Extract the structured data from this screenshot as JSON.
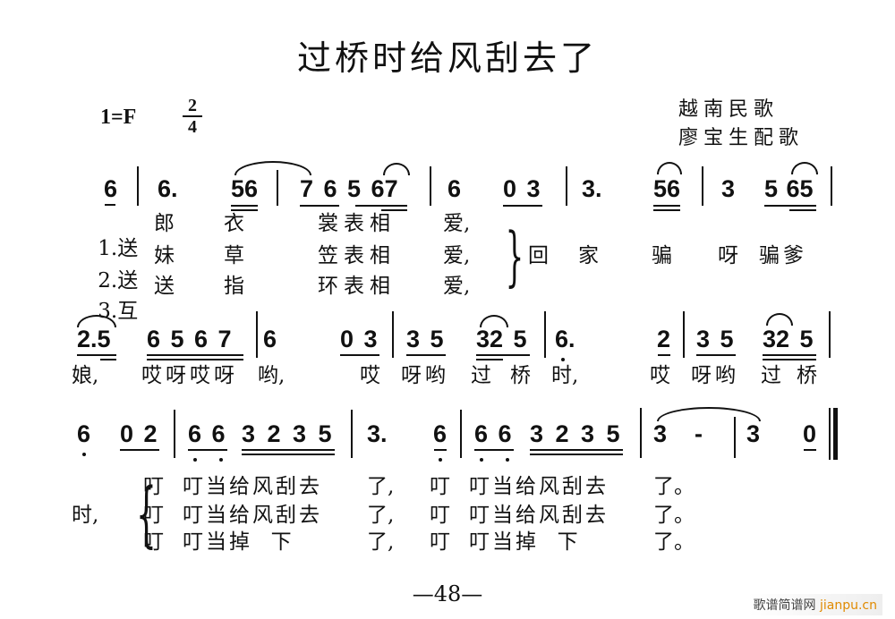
{
  "title": "过桥时给风刮去了",
  "key_signature": "1=F",
  "time_signature": {
    "numerator": "2",
    "denominator": "4"
  },
  "credits": {
    "origin": "越南民歌",
    "lyricist": "廖宝生配歌"
  },
  "line1": {
    "notes": [
      "6",
      "6.",
      "56",
      "7 6 5 67",
      "6",
      "0 3",
      "3.",
      "56",
      "3",
      "5 65"
    ],
    "lyrics": [
      {
        "num": "1.",
        "a": "送",
        "b": "郎",
        "c": "衣",
        "d": "裳表相",
        "e": "爱,"
      },
      {
        "num": "2.",
        "a": "送",
        "b": "妹",
        "c": "草",
        "d": "笠表相",
        "e": "爱,"
      },
      {
        "num": "3.",
        "a": "互",
        "b": "送",
        "c": "指",
        "d": "环表相",
        "e": "爱,"
      }
    ],
    "refrain": [
      "回",
      "家",
      "骗",
      "呀",
      "骗爹"
    ]
  },
  "line2": {
    "notes": [
      "2.5",
      "6 5 6 7",
      "6",
      "0 3",
      "3 5",
      "32 5",
      "6.",
      "2",
      "3 5",
      "32 5"
    ],
    "lyrics": [
      "娘,",
      "哎呀哎呀",
      "哟,",
      "哎",
      "呀哟",
      "过",
      "桥",
      "时,",
      "哎",
      "呀哟",
      "过",
      "桥"
    ]
  },
  "line3": {
    "notes": [
      "6",
      "0 2",
      "6 6",
      "3 2 3 5",
      "3.",
      "6",
      "6 6",
      "3 2 3 5",
      "3",
      "-",
      "3",
      "0"
    ],
    "lead": "时,",
    "lyrics": [
      {
        "a": "叮",
        "b": "叮当给风刮去",
        "c": "了,",
        "d": "叮",
        "e": "叮当给风刮去",
        "f": "了。"
      },
      {
        "a": "叮",
        "b": "叮当给风刮去",
        "c": "了,",
        "d": "叮",
        "e": "叮当给风刮去",
        "f": "了。"
      },
      {
        "a": "叮",
        "b": "叮当掉  下",
        "c": "了,",
        "d": "叮",
        "e": "叮当掉  下",
        "f": "了。"
      }
    ]
  },
  "page_number": "—48—",
  "watermark": {
    "cn": "歌谱简谱网",
    "url": "jianpu.cn"
  }
}
